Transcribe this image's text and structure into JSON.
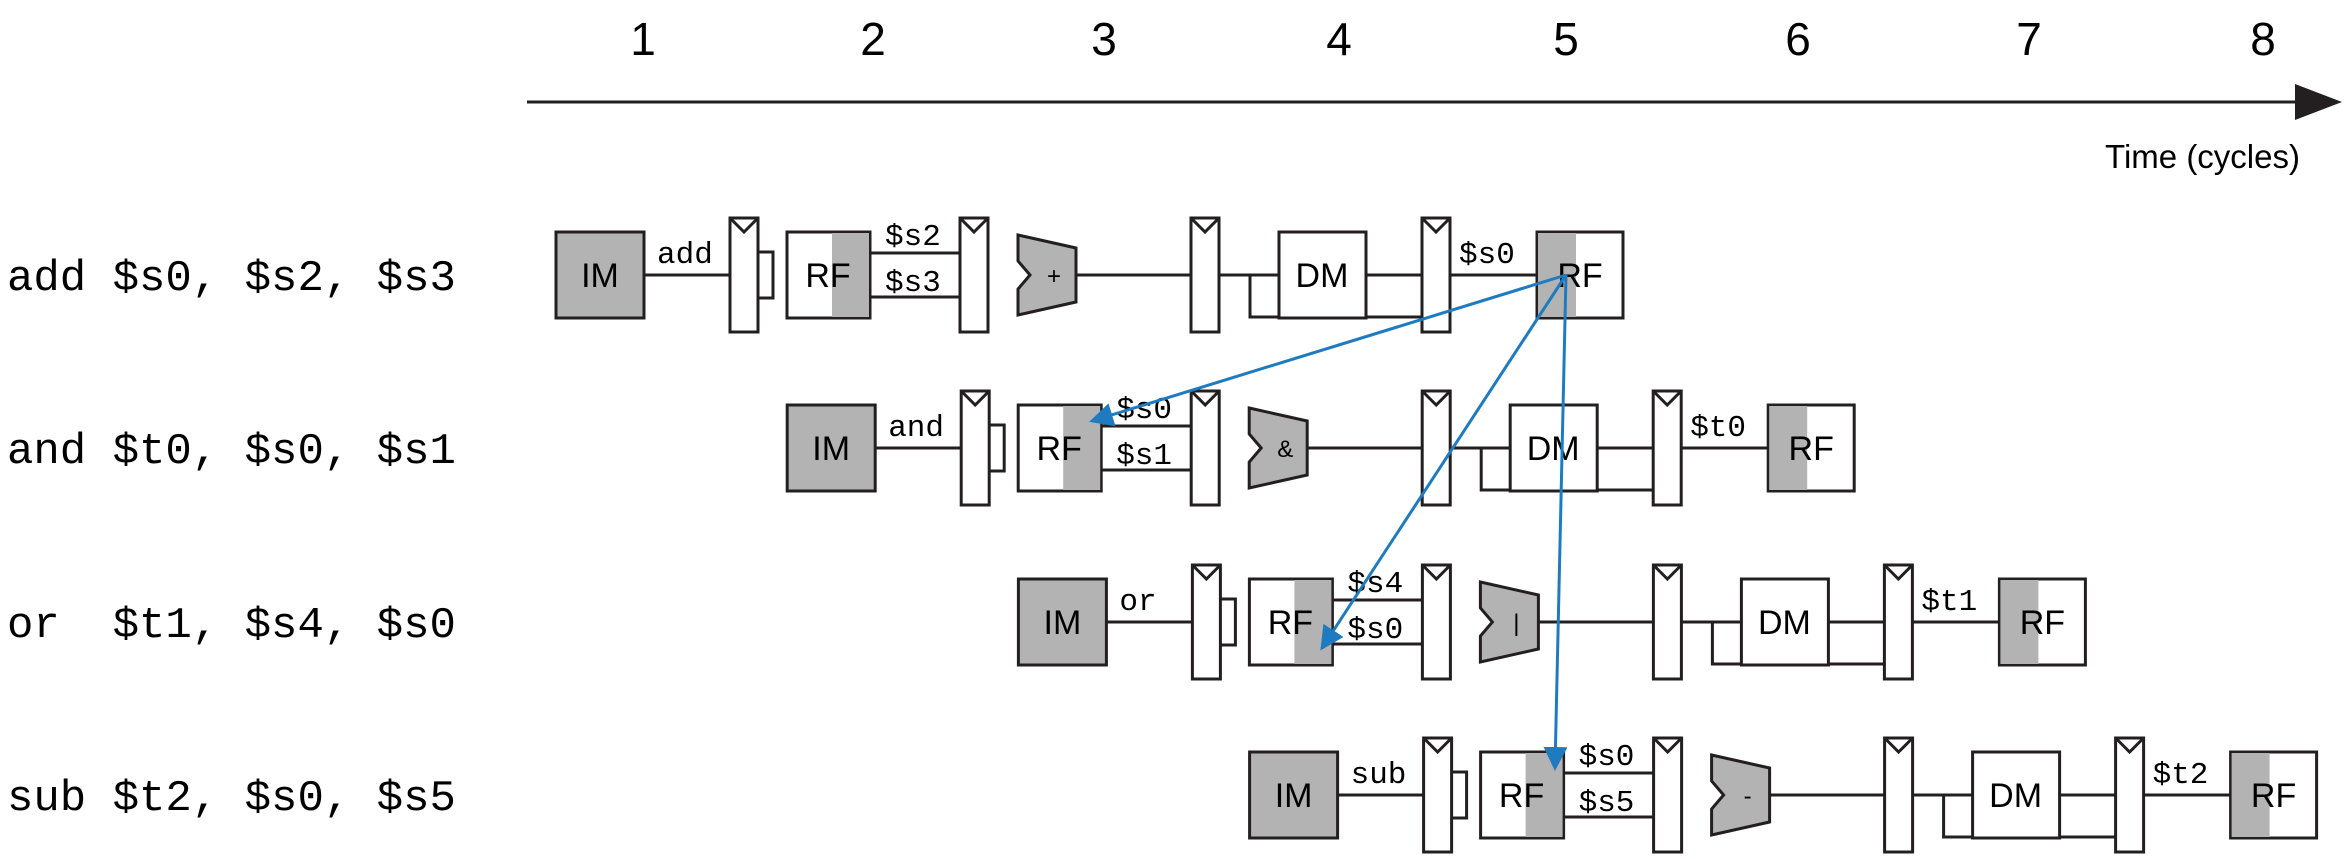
{
  "axis": {
    "cycles": [
      "1",
      "2",
      "3",
      "4",
      "5",
      "6",
      "7",
      "8"
    ],
    "label": "Time (cycles)"
  },
  "instructions": [
    {
      "text": "add $s0, $s2, $s3",
      "op": "add",
      "srcA": "$s2",
      "srcB": "$s3",
      "alu": "+",
      "dest": "$s0"
    },
    {
      "text": "and $t0, $s0, $s1",
      "op": "and",
      "srcA": "$s0",
      "srcB": "$s1",
      "alu": "&",
      "dest": "$t0"
    },
    {
      "text": "or  $t1, $s4, $s0",
      "op": "or",
      "srcA": "$s4",
      "srcB": "$s0",
      "alu": "|",
      "dest": "$t1"
    },
    {
      "text": "sub $t2, $s0, $s5",
      "op": "sub",
      "srcA": "$s0",
      "srcB": "$s5",
      "alu": "-",
      "dest": "$t2"
    }
  ],
  "stage_labels": {
    "im": "IM",
    "rf": "RF",
    "dm": "DM"
  },
  "colors": {
    "shaded": "#b3b3b3",
    "line": "#231f20",
    "arrow": "#1f7bc0",
    "background": "#ffffff"
  }
}
